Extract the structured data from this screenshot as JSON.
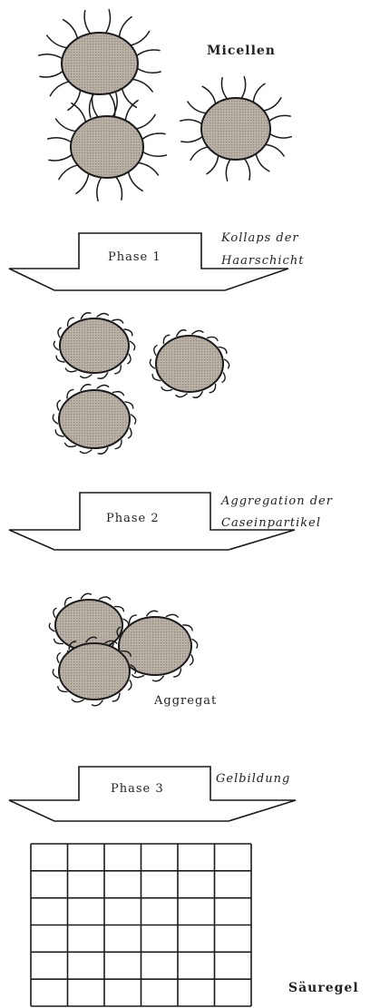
{
  "labels": {
    "micellen": "Micellen",
    "phase1": "Phase 1",
    "phase1_desc_line1": "Kollaps der",
    "phase1_desc_line2": "Haarschicht",
    "phase2": "Phase 2",
    "phase2_desc_line1": "Aggregation der",
    "phase2_desc_line2": "Caseinpartikel",
    "aggregat": "Aggregat",
    "phase3": "Phase 3",
    "phase3_desc": "Gelbildung",
    "saeuregel": "Säuregel"
  },
  "colors": {
    "micelle_fill": "#b5aca2",
    "line": "#1a1a1a"
  }
}
